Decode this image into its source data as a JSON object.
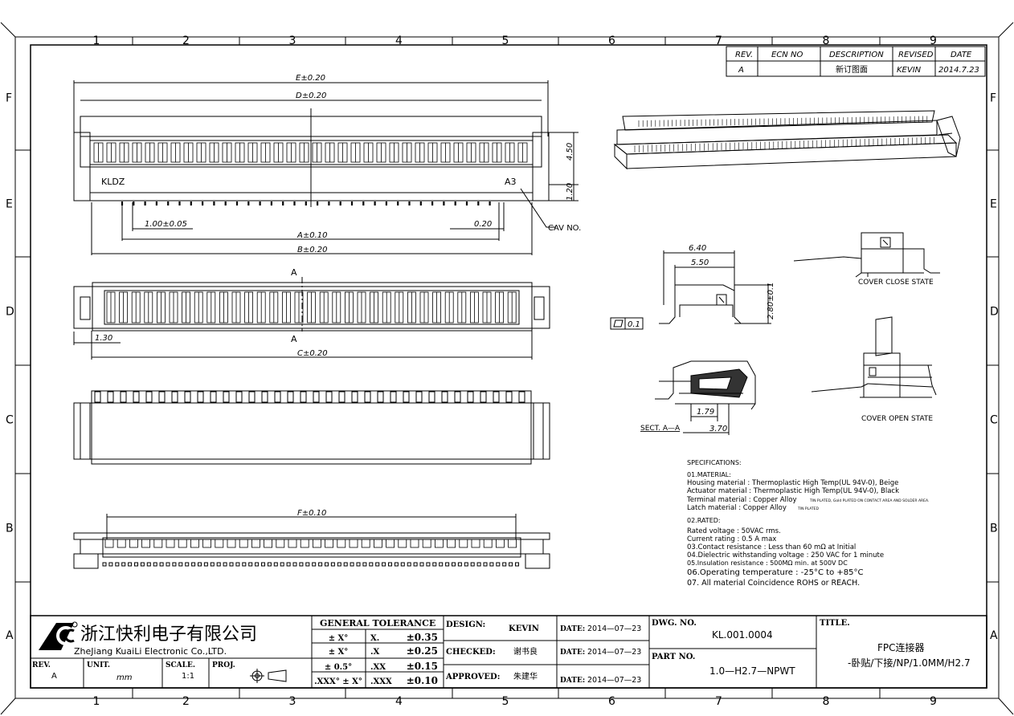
{
  "border": {
    "columns": [
      "1",
      "2",
      "3",
      "4",
      "5",
      "6",
      "7",
      "8",
      "9"
    ],
    "rows": [
      "F",
      "E",
      "D",
      "C",
      "B",
      "A"
    ]
  },
  "revision_table": {
    "headers": [
      "REV.",
      "ECN NO",
      "DESCRIPTION",
      "REVISED",
      "DATE"
    ],
    "row": [
      "A",
      "",
      "新订图面",
      "KEVIN",
      "2014.7.23"
    ]
  },
  "dimensions": {
    "e": "E±0.20",
    "d": "D±0.20",
    "kldz": "KLDZ",
    "a3": "A3",
    "h450": "4.50",
    "h120": "1.20",
    "pitch": "1.00±0.05",
    "d020": "0.20",
    "cav": "CAV NO.",
    "a": "A±0.10",
    "b": "B±0.20",
    "sec_a_top": "A",
    "sec_a_bot": "A",
    "w130": "1.30",
    "c": "C±0.20",
    "f": "F±0.10",
    "w640": "6.40",
    "w550": "5.50",
    "h280": "2.80±0.1",
    "flat": "0.1",
    "w179": "1.79",
    "w370": "3.70",
    "sect": "SECT. A—A",
    "cover_close": "COVER CLOSE STATE",
    "cover_open": "COVER OPEN STATE"
  },
  "specs": {
    "title": "SPECIFICATIONS:",
    "material_head": "01.MATERIAL:",
    "housing": "Housing material : Thermoplastic High Temp(UL 94V-0), Beige",
    "actuator": "Actuator material : Thermoplastic High Temp(UL 94V-0), Black",
    "terminal": "Terminal material : Copper Alloy",
    "terminal_small": "TIN PLATED, Gold PLATED ON CONTACT AREA AND SOLDER AREA.",
    "latch": "Latch material :  Copper Alloy",
    "latch_small": "TIN PLATED",
    "rated_head": "02.RATED:",
    "voltage": "Rated voltage : 50VAC rms.",
    "current": "Current rating : 0.5 A max",
    "contact": "03.Contact resistance : Less than 60 mΩ at Initial",
    "dielectric": "04.Dielectric withstanding voltage : 250 VAC for 1 minute",
    "insulation": "05.Insulation resistance : 500MΩ min. at 500V DC",
    "operating": "06.Operating temperature : -25°C to +85°C",
    "rohs": "07. All material Coincidence ROHS or REACH."
  },
  "title_block": {
    "company_cn": "浙江快利电子有限公司",
    "company_en": "ZheJiang KuaiLi Electronic Co.,LTD.",
    "rev_label": "REV.",
    "rev_val": "A",
    "unit_label": "UNIT.",
    "unit_val": "mm",
    "scale_label": "SCALE.",
    "scale_val": "1:1",
    "proj_label": "PROJ.",
    "tol_header": "GENERAL  TOLERANCE",
    "tol": [
      {
        "a": "± X°",
        "b": "X.",
        "c": "±0.35"
      },
      {
        "a": "± X°",
        "b": ".X",
        "c": "±0.25"
      },
      {
        "a": "± 0.5°",
        "b": ".XX",
        "c": "±0.15"
      },
      {
        "a": ".XXX° ± X°",
        "b": ".XXX",
        "c": "±0.10"
      }
    ],
    "design_label": "DESIGN:",
    "design_val": "KEVIN",
    "checked_label": "CHECKED:",
    "checked_val": "谢书良",
    "approved_label": "APPROVED:",
    "approved_val": "朱建华",
    "date_label": "DATE:",
    "date1": "2014—07—23",
    "date2": "2014—07—23",
    "date3": "2014—07—23",
    "dwg_label": "DWG. NO.",
    "dwg_val": "KL.001.0004",
    "part_label": "PART NO.",
    "part_val": "1.0—H2.7—NPWT",
    "title_label": "TITLE.",
    "title1": "FPC连接器",
    "title2": "-卧贴/下接/NP/1.0MM/H2.7"
  }
}
